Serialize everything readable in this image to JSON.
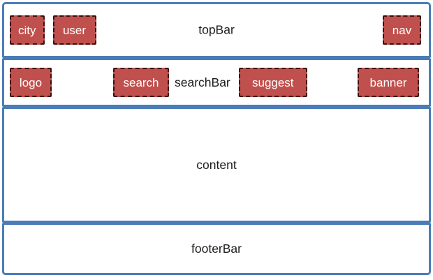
{
  "colors": {
    "bar_border": "#4a7cb8",
    "box_fill": "#c0504d",
    "box_border": "#3a100c",
    "box_text": "#ffffff",
    "label_text": "#1b1b1b",
    "canvas_bg": "#ffffff"
  },
  "topbar": {
    "label": "topBar",
    "city_label": "city",
    "user_label": "user",
    "nav_label": "nav"
  },
  "searchbar": {
    "label": "searchBar",
    "logo_label": "logo",
    "search_label": "search",
    "suggest_label": "suggest",
    "banner_label": "banner"
  },
  "content": {
    "label": "content"
  },
  "footerbar": {
    "label": "footerBar"
  }
}
